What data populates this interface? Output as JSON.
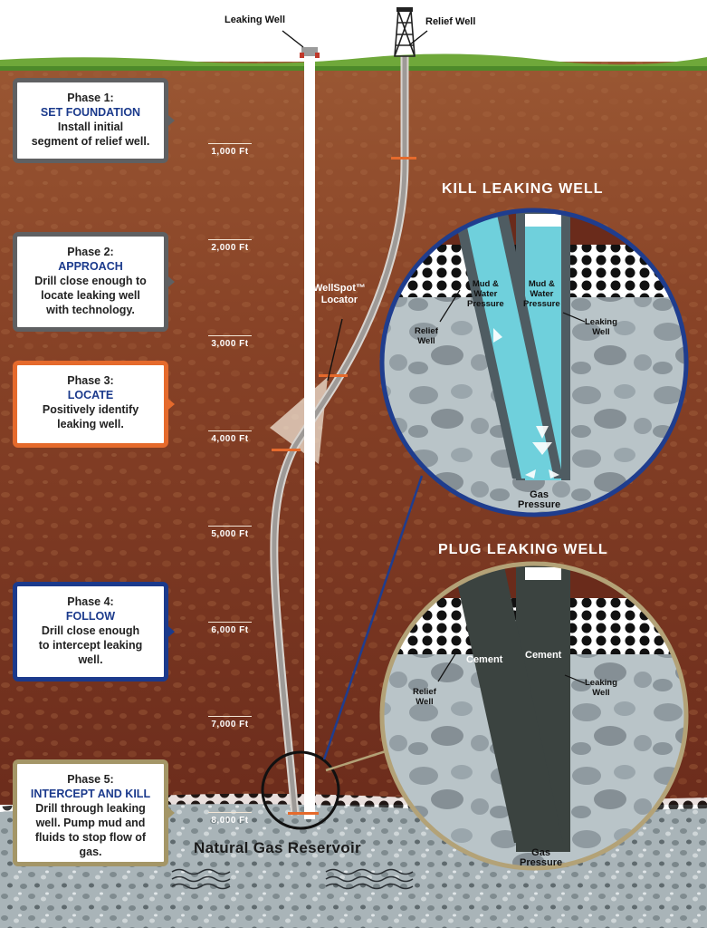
{
  "labels": {
    "leaking_well": "Leaking Well",
    "relief_well": "Relief Well",
    "locator_line1": "WellSpot™",
    "locator_line2": "Locator",
    "reservoir": "Natural Gas Reservoir"
  },
  "depths": [
    "1,000 Ft",
    "2,000 Ft",
    "3,000 Ft",
    "4,000 Ft",
    "5,000 Ft",
    "6,000 Ft",
    "7,000 Ft",
    "8,000 Ft"
  ],
  "phases": [
    {
      "num": "Phase 1:",
      "name": "SET FOUNDATION",
      "desc": [
        "Install initial",
        "segment of relief well."
      ]
    },
    {
      "num": "Phase 2:",
      "name": "APPROACH",
      "desc": [
        "Drill close enough to",
        "locate leaking well",
        "with technology."
      ]
    },
    {
      "num": "Phase 3:",
      "name": "LOCATE",
      "desc": [
        "Positively identify",
        "leaking well."
      ]
    },
    {
      "num": "Phase 4:",
      "name": "FOLLOW",
      "desc": [
        "Drill close enough",
        "to intercept leaking",
        "well."
      ]
    },
    {
      "num": "Phase 5:",
      "name": "INTERCEPT AND KILL",
      "desc": [
        "Drill through leaking",
        "well. Pump mud and",
        "fluids to stop flow of gas."
      ]
    }
  ],
  "kill": {
    "heading": "KILL LEAKING WELL",
    "mud_left": [
      "Mud &",
      "Water",
      "Pressure"
    ],
    "mud_right": [
      "Mud &",
      "Water",
      "Pressure"
    ],
    "relief": [
      "Relief",
      "Well"
    ],
    "leaking": [
      "Leaking",
      "Well"
    ],
    "gas": [
      "Gas",
      "Pressure"
    ]
  },
  "plug": {
    "heading": "PLUG LEAKING WELL",
    "cement_left": "Cement",
    "cement_right": "Cement",
    "relief": [
      "Relief",
      "Well"
    ],
    "leaking": [
      "Leaking",
      "Well"
    ],
    "gas": [
      "Gas",
      "Pressure"
    ]
  },
  "colors": {
    "soil_dark": "#6e2f1d",
    "soil_mid": "#8a4629",
    "soil_top": "#9a5733",
    "reservoir": "#a9b4b8",
    "phase_gray": "#5f6062",
    "phase_orange": "#e56a2c",
    "phase_navy": "#1b3a8c",
    "phase_gold": "#a49667",
    "mud": "#6fd0dc",
    "cement": "#3b4340",
    "circle_blue": "#1f3d8e",
    "circle_gold": "#b3a277"
  }
}
